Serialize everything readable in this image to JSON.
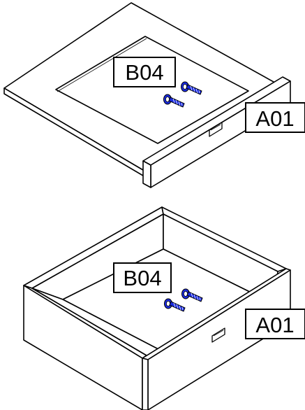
{
  "colors": {
    "line": "#000000",
    "paper": "#ffffff",
    "screw": "#1a2be0"
  },
  "step_1": {
    "screw_callout": "B04",
    "drawer_front_callout": "A01"
  },
  "step_2": {
    "screw_callout": "B04",
    "drawer_front_callout": "A01"
  }
}
